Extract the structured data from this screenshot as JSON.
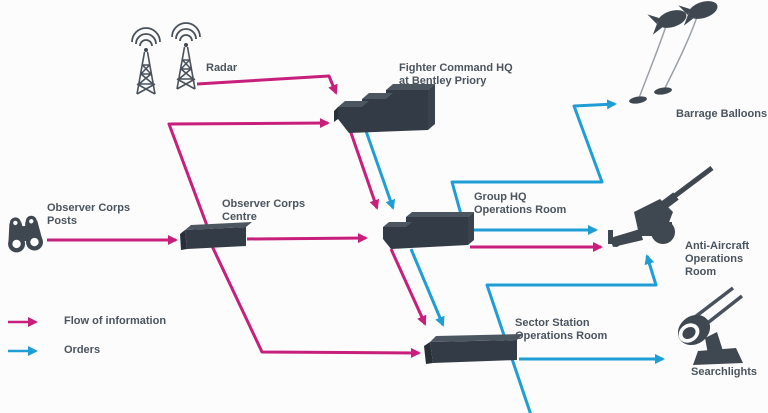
{
  "diagram": {
    "nodes": {
      "radar": {
        "label": "Radar"
      },
      "fighter_command": {
        "label": "Fighter Command HQ\nat Bentley Priory"
      },
      "barrage_balloons": {
        "label": "Barrage Balloons"
      },
      "observer_posts": {
        "label": "Observer Corps\nPosts"
      },
      "observer_centre": {
        "label": "Observer Corps\nCentre"
      },
      "group_hq": {
        "label": "Group HQ\nOperations Room"
      },
      "anti_aircraft": {
        "label": "Anti-Aircraft\nOperations Room"
      },
      "sector_station": {
        "label": "Sector Station\nOperations Room"
      },
      "searchlights": {
        "label": "Searchlights"
      }
    },
    "edges": [
      {
        "from": "Radar",
        "to": "Fighter Command HQ at Bentley Priory",
        "type": "information"
      },
      {
        "from": "Observer Corps Posts",
        "to": "Observer Corps Centre",
        "type": "information"
      },
      {
        "from": "Observer Corps Centre",
        "to": "Fighter Command HQ at Bentley Priory",
        "type": "information"
      },
      {
        "from": "Observer Corps Centre",
        "to": "Group HQ Operations Room",
        "type": "information"
      },
      {
        "from": "Observer Corps Centre",
        "to": "Sector Station Operations Room",
        "type": "information"
      },
      {
        "from": "Fighter Command HQ at Bentley Priory",
        "to": "Group HQ Operations Room",
        "type": "information"
      },
      {
        "from": "Fighter Command HQ at Bentley Priory",
        "to": "Group HQ Operations Room",
        "type": "orders"
      },
      {
        "from": "Group HQ Operations Room",
        "to": "Sector Station Operations Room",
        "type": "information"
      },
      {
        "from": "Group HQ Operations Room",
        "to": "Sector Station Operations Room",
        "type": "orders"
      },
      {
        "from": "Group HQ Operations Room",
        "to": "Anti-Aircraft Operations Room",
        "type": "information"
      },
      {
        "from": "Group HQ Operations Room",
        "to": "Anti-Aircraft Operations Room",
        "type": "orders"
      },
      {
        "from": "Group HQ Operations Room",
        "to": "Barrage Balloons",
        "type": "orders"
      },
      {
        "from": "Sector Station Operations Room",
        "to": "Anti-Aircraft Operations Room",
        "type": "orders"
      },
      {
        "from": "Sector Station Operations Room",
        "to": "Searchlights",
        "type": "orders"
      }
    ]
  },
  "legend": {
    "information_label": "Flow of information",
    "orders_label": "Orders"
  },
  "colors": {
    "information": "#c81e7c",
    "orders": "#1f9ed6",
    "structure": "#333c46"
  }
}
